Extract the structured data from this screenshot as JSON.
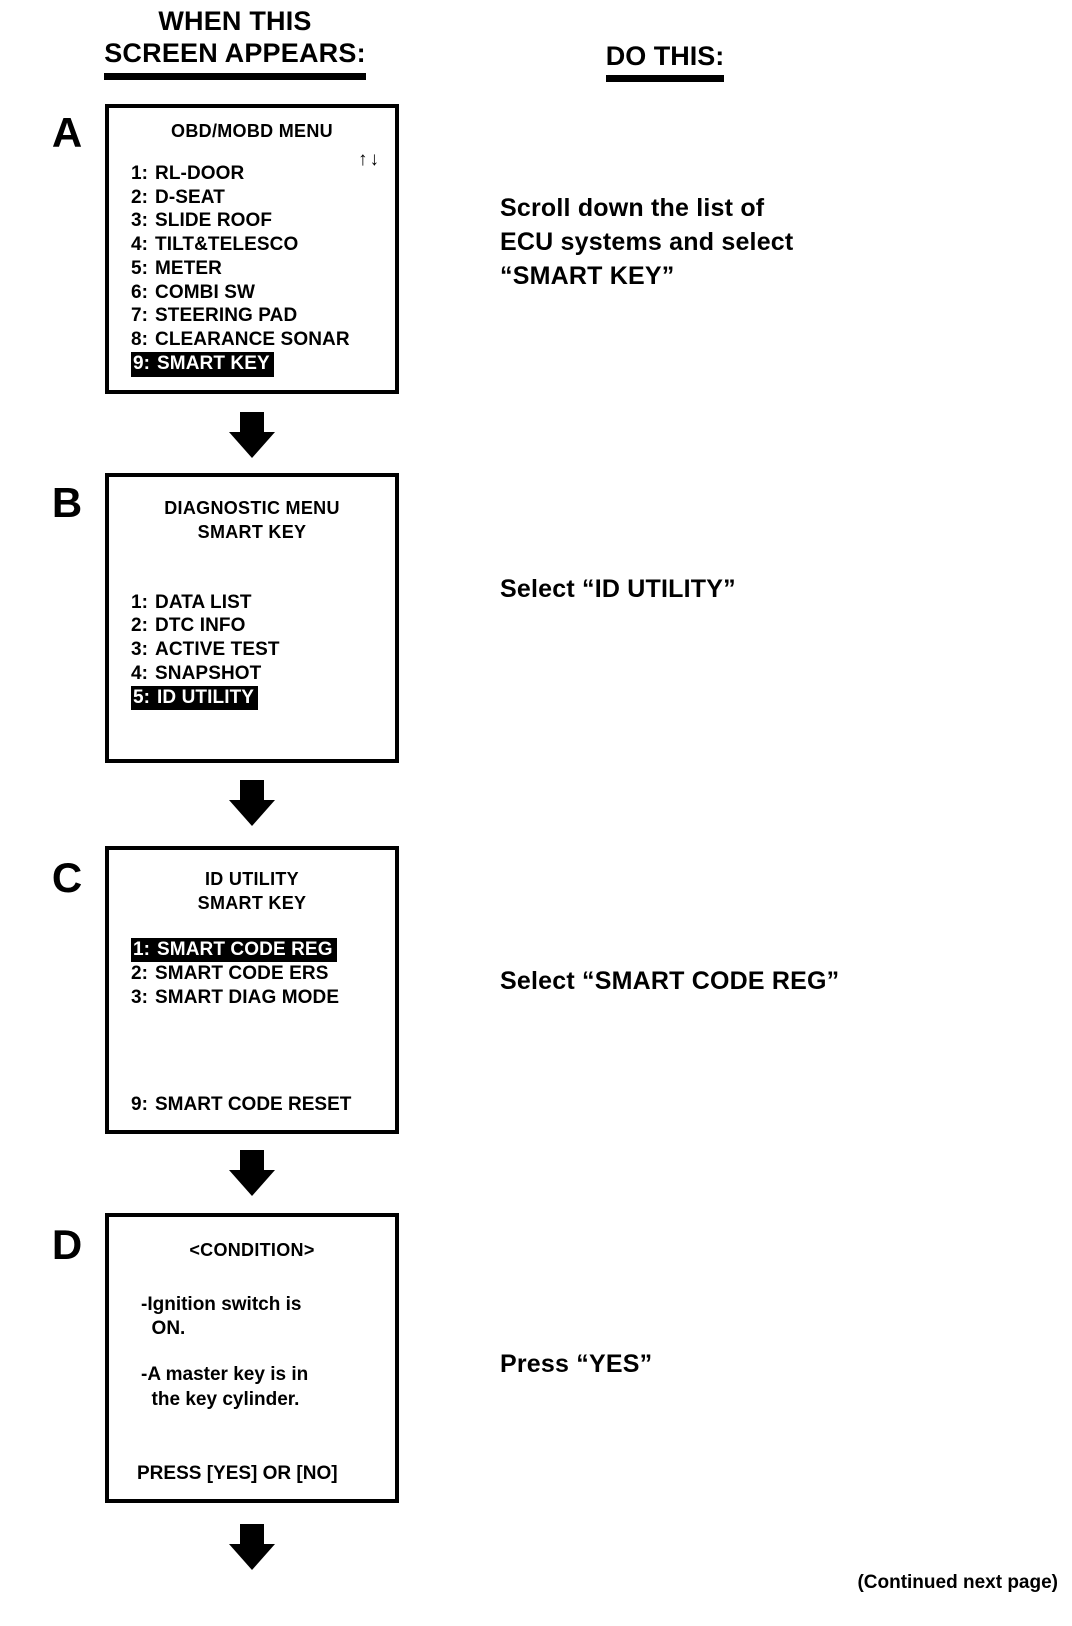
{
  "header": {
    "left_line1": "WHEN THIS",
    "left_line2": "SCREEN APPEARS:",
    "right": "DO THIS:"
  },
  "steps": [
    {
      "letter": "A",
      "screen": {
        "title_line1": "OBD/MOBD MENU",
        "scroll_arrows": "↑↓",
        "items": [
          {
            "num": "1:",
            "label": "RL-DOOR",
            "highlighted": false
          },
          {
            "num": "2:",
            "label": "D-SEAT",
            "highlighted": false
          },
          {
            "num": "3:",
            "label": "SLIDE ROOF",
            "highlighted": false
          },
          {
            "num": "4:",
            "label": "TILT&TELESCO",
            "highlighted": false
          },
          {
            "num": "5:",
            "label": "METER",
            "highlighted": false
          },
          {
            "num": "6:",
            "label": "COMBI SW",
            "highlighted": false
          },
          {
            "num": "7:",
            "label": "STEERING PAD",
            "highlighted": false
          },
          {
            "num": "8:",
            "label": "CLEARANCE SONAR",
            "highlighted": false
          },
          {
            "num": "9:",
            "label": "SMART KEY",
            "highlighted": true
          }
        ]
      },
      "instruction_lines": [
        "Scroll down the list of",
        "ECU systems and select",
        "“SMART KEY”"
      ]
    },
    {
      "letter": "B",
      "screen": {
        "title_line1": "DIAGNOSTIC MENU",
        "title_line2": "SMART KEY",
        "items": [
          {
            "num": "1:",
            "label": "DATA LIST",
            "highlighted": false
          },
          {
            "num": "2:",
            "label": "DTC INFO",
            "highlighted": false
          },
          {
            "num": "3:",
            "label": "ACTIVE TEST",
            "highlighted": false
          },
          {
            "num": "4:",
            "label": "SNAPSHOT",
            "highlighted": false
          },
          {
            "num": "5:",
            "label": "ID UTILITY",
            "highlighted": true
          }
        ]
      },
      "instruction_lines": [
        "Select “ID UTILITY”"
      ]
    },
    {
      "letter": "C",
      "screen": {
        "title_line1": "ID UTILITY",
        "title_line2": "SMART KEY",
        "items": [
          {
            "num": "1:",
            "label": "SMART CODE REG",
            "highlighted": true
          },
          {
            "num": "2:",
            "label": "SMART CODE ERS",
            "highlighted": false
          },
          {
            "num": "3:",
            "label": "SMART DIAG MODE",
            "highlighted": false
          }
        ],
        "bottom_item": {
          "num": "9:",
          "label": "SMART CODE RESET"
        }
      },
      "instruction_lines": [
        "Select “SMART CODE REG”"
      ]
    },
    {
      "letter": "D",
      "screen": {
        "title_line1": "<CONDITION>",
        "body_lines": [
          "-Ignition switch is",
          "  ON.",
          "",
          "-A master key is in",
          "  the key cylinder."
        ],
        "bottom_text": "PRESS [YES] OR [NO]"
      },
      "instruction_lines": [
        "Press “YES”"
      ]
    }
  ],
  "footer": {
    "note": "(Continued next page)"
  },
  "colors": {
    "ink": "#000000",
    "paper": "#ffffff",
    "highlight_bg": "#000000",
    "highlight_fg": "#ffffff"
  }
}
